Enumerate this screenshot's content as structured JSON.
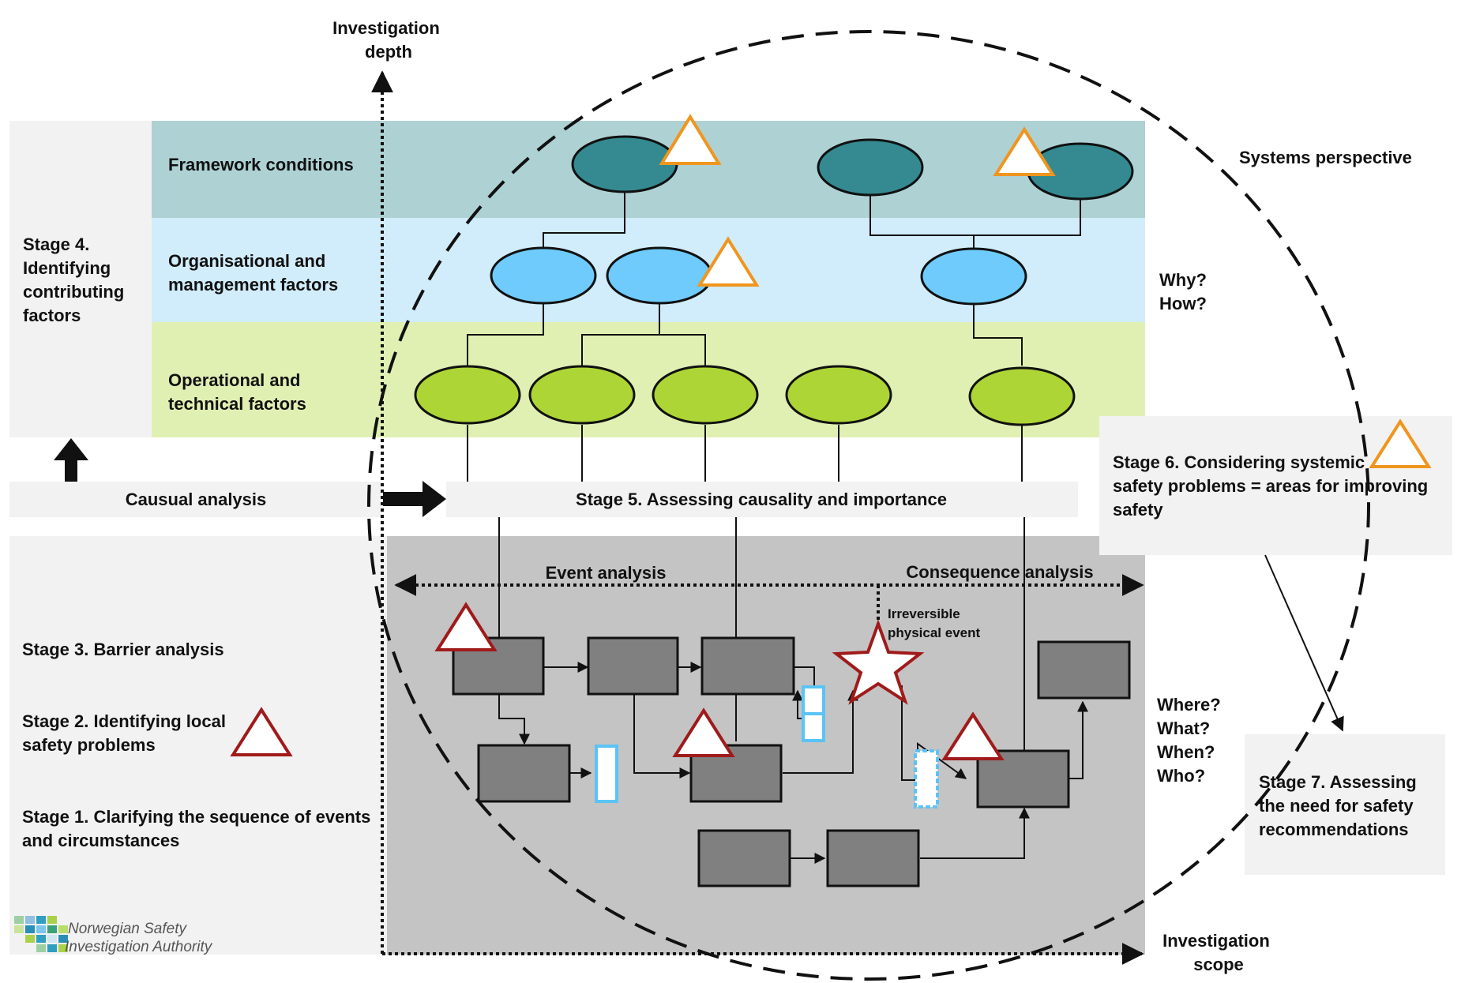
{
  "axes": {
    "depth_label": [
      "Investigation",
      "depth"
    ],
    "scope_label": [
      "Investigation",
      "scope"
    ]
  },
  "layers": {
    "framework": "Framework conditions",
    "organisational": [
      "Organisational and",
      "management factors"
    ],
    "operational": [
      "Operational and",
      "technical factors"
    ]
  },
  "stages": {
    "stage4": [
      "Stage 4.",
      "Identifying",
      "contributing",
      "factors"
    ],
    "stage3": "Stage 3. Barrier analysis",
    "stage2": [
      "Stage 2. Identifying local",
      "safety problems"
    ],
    "stage1": [
      "Stage 1. Clarifying the sequence of events",
      "and circumstances"
    ],
    "stage5": "Stage 5. Assessing causality and importance",
    "stage6": [
      "Stage 6. Considering systemic",
      "safety problems = areas for improving",
      "safety"
    ],
    "stage7": [
      "Stage 7. Assessing",
      "the need for safety",
      "recommendations"
    ]
  },
  "analysis": {
    "causal": "Causual analysis",
    "event": "Event analysis",
    "consequence": "Consequence analysis",
    "irreversible": [
      "Irreversible",
      "physical event"
    ]
  },
  "questions": {
    "why_how": [
      "Why?",
      "How?"
    ],
    "where_who": [
      "Where?",
      "What?",
      "When?",
      "Who?"
    ]
  },
  "perspective": "Systems perspective",
  "logo": {
    "text": [
      "Norwegian Safety",
      "Investigation Authority"
    ]
  },
  "colors": {
    "framework_band": "#aed1d4",
    "organisational_band": "#d1ecfa",
    "operational_band": "#e0f0b3",
    "stage_panel": "#f2f2f2",
    "event_area": "#c4c4c4",
    "framework_node": "#348a90",
    "organisational_node": "#6ecbfc",
    "operational_node": "#add535",
    "event_box": "#808080",
    "barrier": "#5bc3f5",
    "local_problem": "#a01a1a",
    "systemic_problem": "#f0951e"
  }
}
